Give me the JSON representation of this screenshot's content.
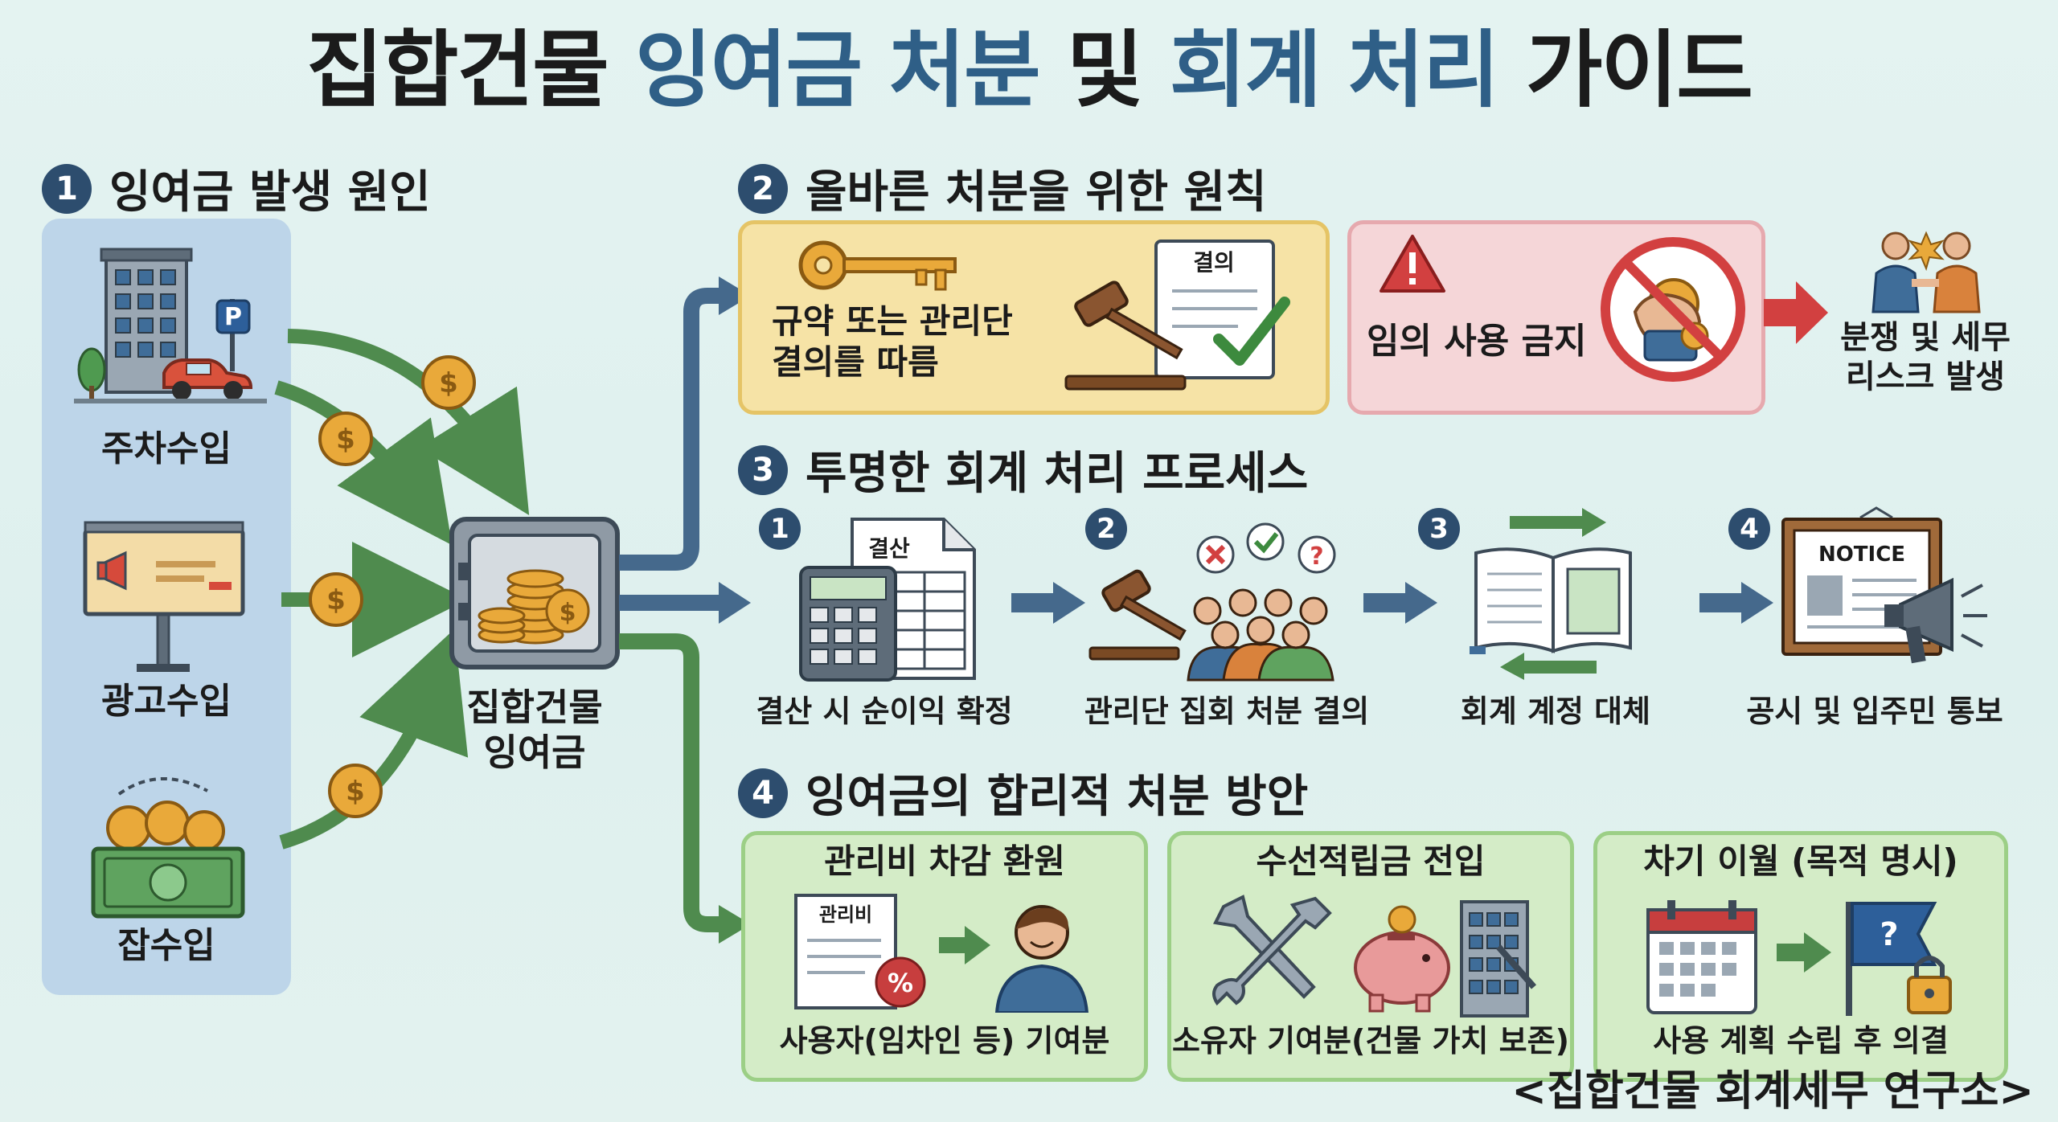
{
  "title": {
    "part1": "집합건물 ",
    "part2": "잉여금 처분",
    "part3": " 및 ",
    "part4": "회계 처리",
    "part5": " 가이드"
  },
  "section1": {
    "num": "1",
    "title": "잉여금 발생 원인",
    "items": [
      "주차수입",
      "광고수입",
      "잡수입"
    ],
    "parking_sign": "P",
    "safe_label": "집합건물\n잉여금"
  },
  "section2": {
    "num": "2",
    "title": "올바른 처분을 위한 원칙",
    "rule_text": "규약 또는 관리단\n결의를 따름",
    "doc_label": "결의",
    "prohibit_text": "임의 사용 금지",
    "risk_text": "분쟁 및 세무\n리스크 발생"
  },
  "section3": {
    "num": "3",
    "title": "투명한 회계 처리 프로세스",
    "steps": [
      {
        "num": "1",
        "label": "결산 시 순이익 확정",
        "doc_label": "결산"
      },
      {
        "num": "2",
        "label": "관리단 집회 처분 결의"
      },
      {
        "num": "3",
        "label": "회계 계정 대체"
      },
      {
        "num": "4",
        "label": "공시 및 입주민 통보",
        "notice_label": "NOTICE"
      }
    ]
  },
  "section4": {
    "num": "4",
    "title": "잉여금의 합리적 처분 방안",
    "options": [
      {
        "title": "관리비 차감 환원",
        "caption": "사용자(임차인 등) 기여분",
        "doc_label": "관리비",
        "badge": "%"
      },
      {
        "title": "수선적립금 전입",
        "caption": "소유자 기여분(건물 가치 보존)"
      },
      {
        "title": "차기 이월 (목적 명시)",
        "caption": "사용 계획 수립 후 의결",
        "flag_mark": "?"
      }
    ]
  },
  "credit": "<집합건물 회계세무 연구소>",
  "colors": {
    "navy": "#2d4d6e",
    "title_blue": "#2f5f87",
    "arrow_blue": "#45698c",
    "arrow_green": "#4f8b4e",
    "arrow_red": "#d24040",
    "coin": "#e9a93a"
  }
}
